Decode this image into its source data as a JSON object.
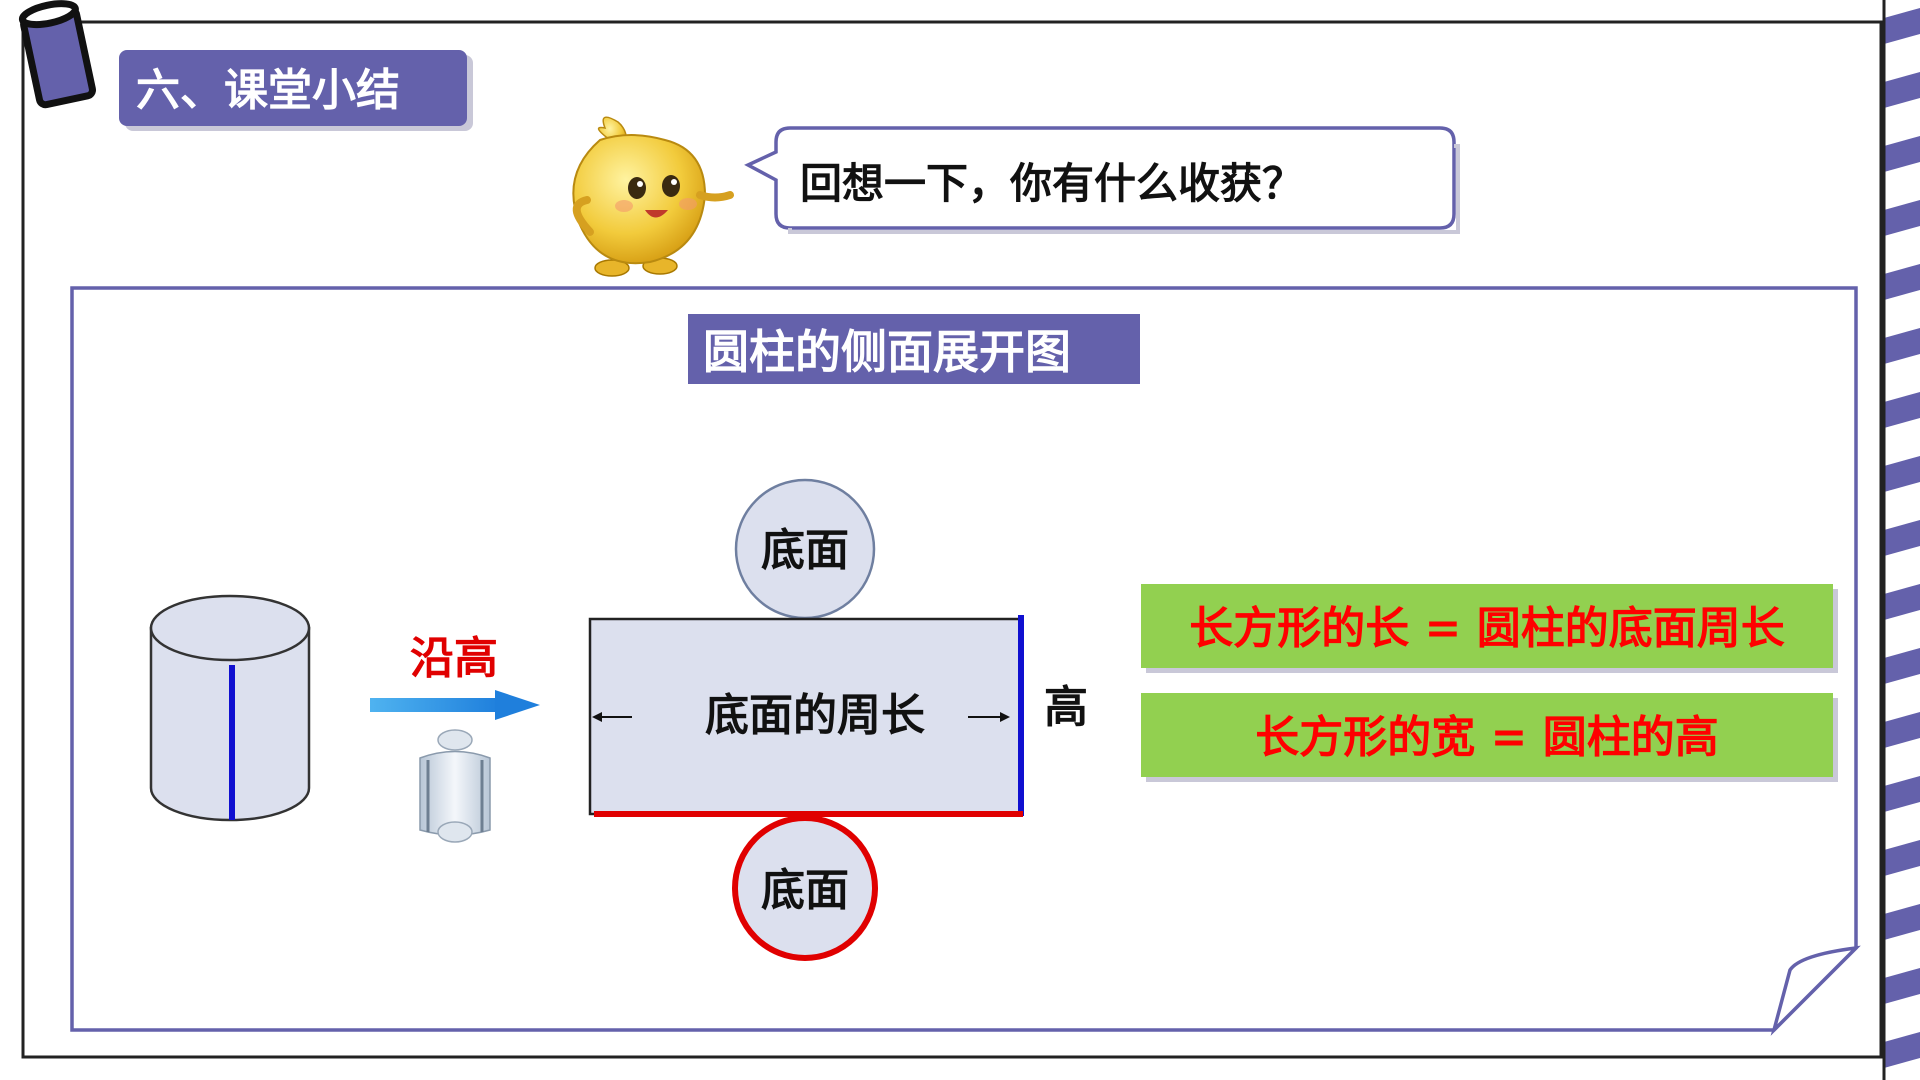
{
  "slide": {
    "section_title": "六、课堂小结",
    "speech_bubble": "回想一下，你有什么收获？"
  },
  "diagram": {
    "title": "圆柱的侧面展开图",
    "top_circle_label": "底面",
    "bottom_circle_label": "底面",
    "rect_label": "底面的周长",
    "height_label": "高",
    "arrow_label": "沿高"
  },
  "conclusions": [
    "长方形的长 = 圆柱的底面周长",
    "长方形的宽 = 圆柱的高"
  ],
  "colors": {
    "accent_purple": "#6461ab",
    "panel_fill": "#dce0ee",
    "conclusion_green": "#92d050",
    "conclusion_text": "#ff0000",
    "height_line": "#1010d0",
    "circumference_line": "#e00000",
    "arrow_blue": "#1f8fe0"
  }
}
